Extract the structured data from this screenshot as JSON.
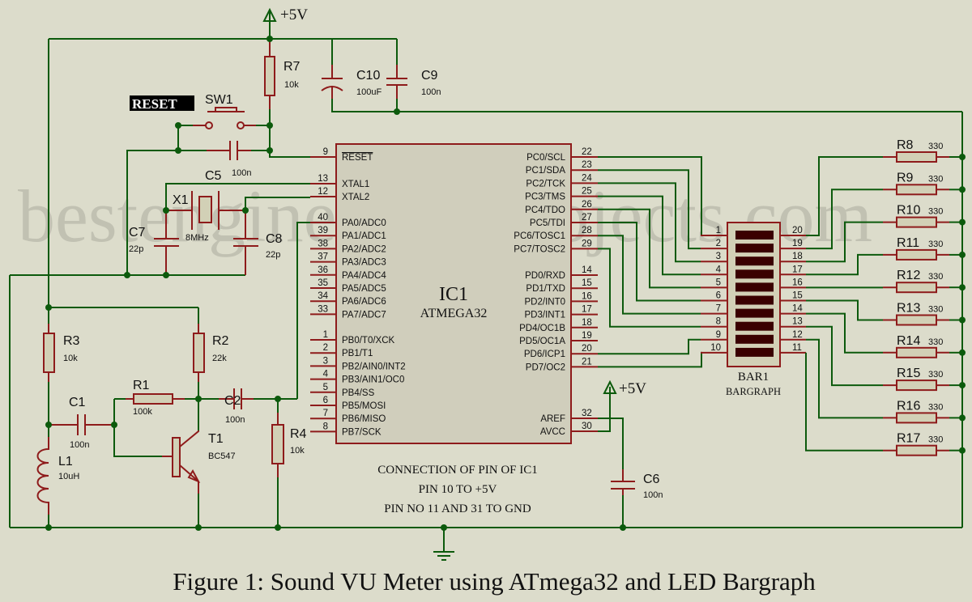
{
  "caption": "Figure 1: Sound VU Meter using ATmega32 and LED Bargraph",
  "watermark": "bestengineeringprojects.com",
  "power_label": "+5V",
  "reset_tag": "RESET",
  "colors": {
    "background": "#dcdccb",
    "wire": "#0c5a0c",
    "component": "#8e1b1b",
    "component_fill": "#d2d0b6",
    "led_segment": "#3a0000"
  },
  "components": {
    "R7": {
      "ref": "R7",
      "value": "10k"
    },
    "C10": {
      "ref": "C10",
      "value": "100uF"
    },
    "C9": {
      "ref": "C9",
      "value": "100n"
    },
    "SW1": {
      "ref": "SW1"
    },
    "C5": {
      "ref": "C5",
      "value": "100n"
    },
    "X1": {
      "ref": "X1",
      "value": "8MHz"
    },
    "C7": {
      "ref": "C7",
      "value": "22p"
    },
    "C8": {
      "ref": "C8",
      "value": "22p"
    },
    "R3": {
      "ref": "R3",
      "value": "10k"
    },
    "R2": {
      "ref": "R2",
      "value": "22k"
    },
    "R1": {
      "ref": "R1",
      "value": "100k"
    },
    "C1": {
      "ref": "C1",
      "value": "100n"
    },
    "C2": {
      "ref": "C2",
      "value": "100n"
    },
    "L1": {
      "ref": "L1",
      "value": "10uH"
    },
    "T1": {
      "ref": "T1",
      "value": "BC547"
    },
    "R4": {
      "ref": "R4",
      "value": "10k"
    },
    "C6": {
      "ref": "C6",
      "value": "100n"
    }
  },
  "ic": {
    "ref": "IC1",
    "part": "ATMEGA32",
    "left_pins": [
      {
        "num": "9",
        "name": "RESET"
      },
      {
        "num": "13",
        "name": "XTAL1"
      },
      {
        "num": "12",
        "name": "XTAL2"
      },
      {
        "num": "40",
        "name": "PA0/ADC0"
      },
      {
        "num": "39",
        "name": "PA1/ADC1"
      },
      {
        "num": "38",
        "name": "PA2/ADC2"
      },
      {
        "num": "37",
        "name": "PA3/ADC3"
      },
      {
        "num": "36",
        "name": "PA4/ADC4"
      },
      {
        "num": "35",
        "name": "PA5/ADC5"
      },
      {
        "num": "34",
        "name": "PA6/ADC6"
      },
      {
        "num": "33",
        "name": "PA7/ADC7"
      },
      {
        "num": "1",
        "name": "PB0/T0/XCK"
      },
      {
        "num": "2",
        "name": "PB1/T1"
      },
      {
        "num": "3",
        "name": "PB2/AIN0/INT2"
      },
      {
        "num": "4",
        "name": "PB3/AIN1/OC0"
      },
      {
        "num": "5",
        "name": "PB4/SS"
      },
      {
        "num": "6",
        "name": "PB5/MOSI"
      },
      {
        "num": "7",
        "name": "PB6/MISO"
      },
      {
        "num": "8",
        "name": "PB7/SCK"
      }
    ],
    "right_pins": [
      {
        "num": "22",
        "name": "PC0/SCL"
      },
      {
        "num": "23",
        "name": "PC1/SDA"
      },
      {
        "num": "24",
        "name": "PC2/TCK"
      },
      {
        "num": "25",
        "name": "PC3/TMS"
      },
      {
        "num": "26",
        "name": "PC4/TDO"
      },
      {
        "num": "27",
        "name": "PC5/TDI"
      },
      {
        "num": "28",
        "name": "PC6/TOSC1"
      },
      {
        "num": "29",
        "name": "PC7/TOSC2"
      },
      {
        "num": "14",
        "name": "PD0/RXD"
      },
      {
        "num": "15",
        "name": "PD1/TXD"
      },
      {
        "num": "16",
        "name": "PD2/INT0"
      },
      {
        "num": "17",
        "name": "PD3/INT1"
      },
      {
        "num": "18",
        "name": "PD4/OC1B"
      },
      {
        "num": "19",
        "name": "PD5/OC1A"
      },
      {
        "num": "20",
        "name": "PD6/ICP1"
      },
      {
        "num": "21",
        "name": "PD7/OC2"
      },
      {
        "num": "32",
        "name": "AREF"
      },
      {
        "num": "30",
        "name": "AVCC"
      }
    ]
  },
  "bargraph": {
    "ref": "BAR1",
    "part": "BARGRAPH",
    "left_pins": [
      "1",
      "2",
      "3",
      "4",
      "5",
      "6",
      "7",
      "8",
      "9",
      "10"
    ],
    "right_pins": [
      "20",
      "19",
      "18",
      "17",
      "16",
      "15",
      "14",
      "13",
      "12",
      "11"
    ]
  },
  "led_resistors": [
    {
      "ref": "R8",
      "value": "330"
    },
    {
      "ref": "R9",
      "value": "330"
    },
    {
      "ref": "R10",
      "value": "330"
    },
    {
      "ref": "R11",
      "value": "330"
    },
    {
      "ref": "R12",
      "value": "330"
    },
    {
      "ref": "R13",
      "value": "330"
    },
    {
      "ref": "R14",
      "value": "330"
    },
    {
      "ref": "R15",
      "value": "330"
    },
    {
      "ref": "R16",
      "value": "330"
    },
    {
      "ref": "R17",
      "value": "330"
    }
  ],
  "notes": [
    "CONNECTION OF PIN OF IC1",
    "PIN 10 TO +5V",
    "PIN NO 11 AND 31 TO GND"
  ]
}
